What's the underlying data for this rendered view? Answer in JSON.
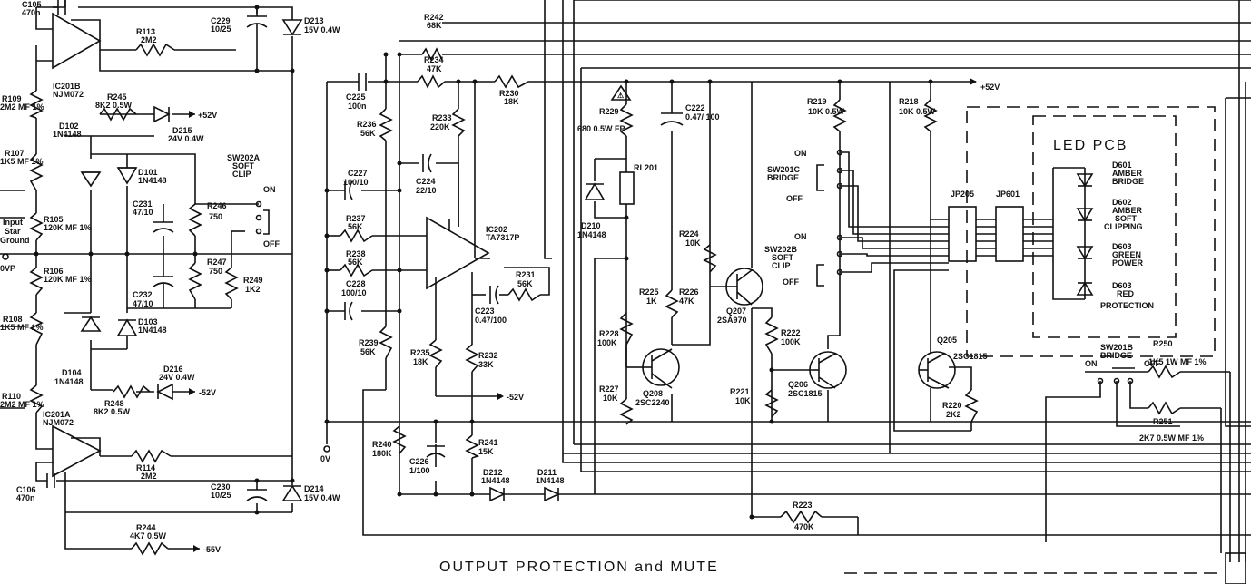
{
  "title": "OUTPUT PROTECTION and MUTE",
  "led_pcb_title": "LED PCB",
  "rails": {
    "pos52": "+52V",
    "neg52": "-52V",
    "neg55": "-55V",
    "ov": "0V",
    "ovp": "0VP"
  },
  "input_label": [
    "Input",
    "Star",
    "Ground"
  ],
  "switch_states": {
    "on": "ON",
    "off": "OFF"
  },
  "ics": {
    "ic201b": [
      "IC201B",
      "NJM072"
    ],
    "ic201a": [
      "IC201A",
      "NJM072"
    ],
    "ic202": [
      "IC202",
      "TA7317P"
    ]
  },
  "switches": {
    "sw202a": [
      "SW202A",
      "SOFT",
      "CLIP"
    ],
    "sw201c": [
      "SW201C",
      "BRIDGE"
    ],
    "sw202b": [
      "SW202B",
      "SOFT",
      "CLIP"
    ],
    "sw201b": [
      "SW201B",
      "BRIDGE"
    ]
  },
  "connectors": {
    "jp205": "JP205",
    "jp601": "JP601"
  },
  "relay": "RL201",
  "warning_symbol": "⚠",
  "components": [
    {
      "ref": "C105",
      "value": "470n"
    },
    {
      "ref": "R113",
      "value": "2M2"
    },
    {
      "ref": "C229",
      "value": "10/25"
    },
    {
      "ref": "D213",
      "value": "15V 0.4W"
    },
    {
      "ref": "R109",
      "value": "2M2 MF 1%"
    },
    {
      "ref": "R245",
      "value": "8K2 0.5W"
    },
    {
      "ref": "D102",
      "value": "1N4148"
    },
    {
      "ref": "D215",
      "value": "24V 0.4W"
    },
    {
      "ref": "R107",
      "value": "1K5 MF 1%"
    },
    {
      "ref": "D101",
      "value": "1N4148"
    },
    {
      "ref": "C231",
      "value": "47/10"
    },
    {
      "ref": "R246",
      "value": "750"
    },
    {
      "ref": "R105",
      "value": "120K MF 1%"
    },
    {
      "ref": "R247",
      "value": "750"
    },
    {
      "ref": "R106",
      "value": "120K MF 1%"
    },
    {
      "ref": "R249",
      "value": "1K2"
    },
    {
      "ref": "C232",
      "value": "47/10"
    },
    {
      "ref": "R108",
      "value": "1K5 MF 1%"
    },
    {
      "ref": "D103",
      "value": "1N4148"
    },
    {
      "ref": "D104",
      "value": "1N4148"
    },
    {
      "ref": "D216",
      "value": "24V 0.4W"
    },
    {
      "ref": "R248",
      "value": "8K2 0.5W"
    },
    {
      "ref": "R110",
      "value": "2M2 MF 1%"
    },
    {
      "ref": "R114",
      "value": "2M2"
    },
    {
      "ref": "C106",
      "value": "470n"
    },
    {
      "ref": "C230",
      "value": "10/25"
    },
    {
      "ref": "D214",
      "value": "15V 0.4W"
    },
    {
      "ref": "R244",
      "value": "4K7 0.5W"
    },
    {
      "ref": "C225",
      "value": "100n"
    },
    {
      "ref": "R242",
      "value": "68K"
    },
    {
      "ref": "R234",
      "value": "47K"
    },
    {
      "ref": "R230",
      "value": "18K"
    },
    {
      "ref": "R236",
      "value": "56K"
    },
    {
      "ref": "R233",
      "value": "220K"
    },
    {
      "ref": "C227",
      "value": "100/10"
    },
    {
      "ref": "C224",
      "value": "22/10"
    },
    {
      "ref": "R237",
      "value": "56K"
    },
    {
      "ref": "R238",
      "value": "56K"
    },
    {
      "ref": "C228",
      "value": "100/10"
    },
    {
      "ref": "R231",
      "value": "56K"
    },
    {
      "ref": "C223",
      "value": "0.47/100"
    },
    {
      "ref": "R239",
      "value": "56K"
    },
    {
      "ref": "R235",
      "value": "18K"
    },
    {
      "ref": "R232",
      "value": "33K"
    },
    {
      "ref": "R240",
      "value": "180K"
    },
    {
      "ref": "C226",
      "value": "1/100"
    },
    {
      "ref": "R241",
      "value": "15K"
    },
    {
      "ref": "D212",
      "value": "1N4148"
    },
    {
      "ref": "D211",
      "value": "1N4148"
    },
    {
      "ref": "R229",
      "value": "680 0.5W FP"
    },
    {
      "ref": "C222",
      "value": "0.47/ 100"
    },
    {
      "ref": "D210",
      "value": "1N4148"
    },
    {
      "ref": "R224",
      "value": "10K"
    },
    {
      "ref": "R225",
      "value": "1K"
    },
    {
      "ref": "R226",
      "value": "47K"
    },
    {
      "ref": "Q207",
      "value": "2SA970"
    },
    {
      "ref": "R228",
      "value": "100K"
    },
    {
      "ref": "R227",
      "value": "10K"
    },
    {
      "ref": "Q208",
      "value": "2SC2240"
    },
    {
      "ref": "R222",
      "value": "100K"
    },
    {
      "ref": "R221",
      "value": "10K"
    },
    {
      "ref": "Q206",
      "value": "2SC1815"
    },
    {
      "ref": "R219",
      "value": "10K 0.5W"
    },
    {
      "ref": "R218",
      "value": "10K 0.5W"
    },
    {
      "ref": "Q205",
      "value": "2SC1815"
    },
    {
      "ref": "R220",
      "value": "2K2"
    },
    {
      "ref": "R223",
      "value": "470K"
    },
    {
      "ref": "R250",
      "value": "1K5 1W MF 1%"
    },
    {
      "ref": "R251",
      "value": "2K7 0.5W MF 1%"
    }
  ],
  "leds": [
    {
      "ref": "D601",
      "desc": [
        "AMBER",
        "BRIDGE"
      ]
    },
    {
      "ref": "D602",
      "desc": [
        "AMBER",
        "SOFT",
        "CLIPPING"
      ]
    },
    {
      "ref": "D603",
      "desc": [
        "GREEN",
        "POWER"
      ]
    },
    {
      "ref": "D603",
      "desc": [
        "RED",
        "PROTECTION"
      ]
    }
  ]
}
